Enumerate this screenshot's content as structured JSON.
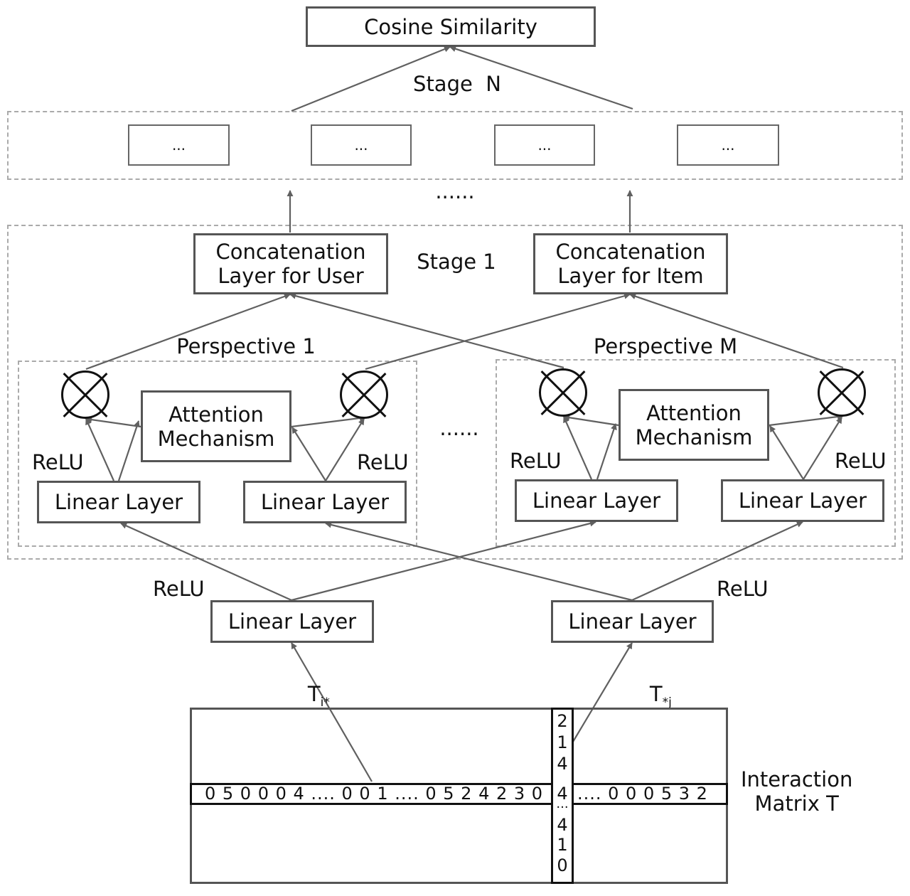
{
  "cosine_similarity": "Cosine Similarity",
  "stage_n": "Stage  N",
  "stage_1": "Stage 1",
  "placeholder_boxes": [
    "...",
    "...",
    "...",
    "..."
  ],
  "between_stages": "......",
  "concat_user": "Concatenation\nLayer for User",
  "concat_item": "Concatenation\nLayer for Item",
  "perspective_1": "Perspective 1",
  "perspective_m": "Perspective M",
  "between_perspectives": "......",
  "attention_1": "Attention\nMechanism",
  "attention_m": "Attention\nMechanism",
  "relu": "ReLU",
  "linear_layer": "Linear Layer",
  "input_user": "T",
  "input_user_sub": "i*",
  "input_item": "T",
  "input_item_sub": "*j",
  "matrix_label": "Interaction\nMatrix T",
  "matrix_row": "0 5 0 0 0 4 .... 0 0 1 .... 0 5 2 4 2 3 0",
  "matrix_row_right": ".... 0 0 0 5 3 2",
  "matrix_column_top": [
    "2",
    "1",
    "4"
  ],
  "matrix_column_center": "4",
  "matrix_column_bottom": [
    "4",
    "1",
    "0"
  ],
  "matrix_column_ellipsis": "...",
  "colors": {
    "box_border": "#555555",
    "arrow": "#606060",
    "dashed": "#aaaaaa"
  },
  "icons": {
    "multiply": "circled-times-icon"
  }
}
